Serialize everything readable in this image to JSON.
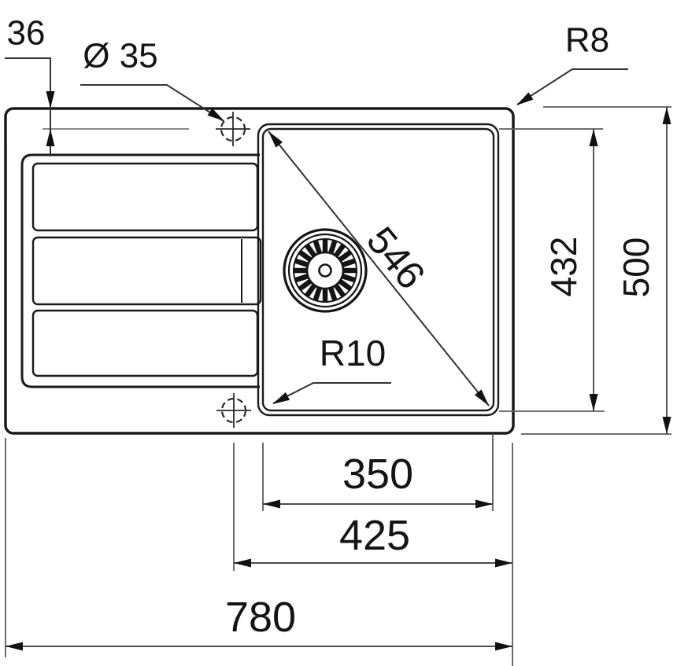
{
  "drawing": {
    "colors": {
      "outline": "#1a1a1a",
      "dimension_line": "#555555",
      "centerline": "#8a8a8a",
      "arrow": "#111111",
      "background": "#ffffff"
    },
    "dims": {
      "edge_to_hole": "36",
      "hole_diameter": "Ø 35",
      "outer_corner_radius": "R8",
      "bowl_diagonal": "546",
      "bowl_length": "432",
      "overall_depth": "500",
      "bowl_corner_radius": "R10",
      "bowl_width": "350",
      "hole_to_right_edge": "425",
      "overall_width": "780"
    }
  }
}
